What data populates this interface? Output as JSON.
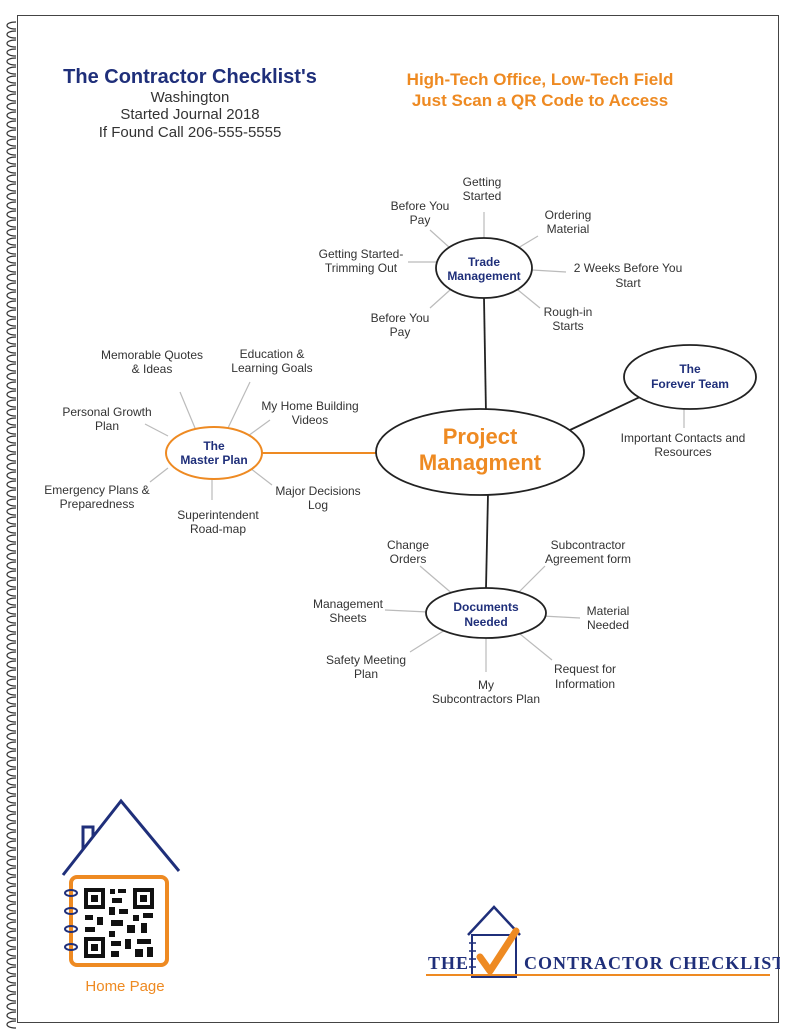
{
  "header_left": {
    "title": "The Contractor Checklist's",
    "line1": "Washington",
    "line2": "Started Journal 2018",
    "line3": "If Found Call 206-555-5555"
  },
  "header_right": {
    "line1": "High-Tech Office, Low-Tech Field",
    "line2": "Just Scan a QR Code to Access"
  },
  "center": {
    "line1": "Project",
    "line2": "Managment"
  },
  "trade": {
    "hub": [
      "Trade",
      "Management"
    ],
    "getting_started": [
      "Getting",
      "Started"
    ],
    "before_you_pay_top": [
      "Before You",
      "Pay"
    ],
    "ordering_material": [
      "Ordering",
      "Material"
    ],
    "trimming_out": [
      "Getting Started-",
      "Trimming Out"
    ],
    "two_weeks": [
      "2 Weeks Before You",
      "Start"
    ],
    "before_you_pay_bottom": [
      "Before You",
      "Pay"
    ],
    "rough_in": [
      "Rough-in",
      "Starts"
    ]
  },
  "forever": {
    "hub": [
      "The",
      "Forever Team"
    ],
    "contacts": [
      "Important Contacts and",
      "Resources"
    ]
  },
  "master": {
    "hub": [
      "The",
      "Master Plan"
    ],
    "quotes": [
      "Memorable Quotes",
      "& Ideas"
    ],
    "education": [
      "Education &",
      "Learning Goals"
    ],
    "growth": [
      "Personal Growth",
      "Plan"
    ],
    "videos": [
      "My Home Building",
      "Videos"
    ],
    "emergency": [
      "Emergency Plans &",
      "Preparedness"
    ],
    "decisions": [
      "Major Decisions",
      "Log"
    ],
    "roadmap": [
      "Superintendent",
      "Road-map"
    ]
  },
  "documents": {
    "hub": [
      "Documents",
      "Needed"
    ],
    "change_orders": [
      "Change",
      "Orders"
    ],
    "subcontractor_agreement": [
      "Subcontractor",
      "Agreement form"
    ],
    "management_sheets": [
      "Management",
      "Sheets"
    ],
    "material_needed": [
      "Material",
      "Needed"
    ],
    "safety_meeting": [
      "Safety Meeting",
      "Plan"
    ],
    "request_info": [
      "Request for",
      "Information"
    ],
    "subcontractors_plan": [
      "My",
      "Subcontractors Plan"
    ]
  },
  "footer": {
    "home_page": "Home Page",
    "brand_left": "THE",
    "brand_right": "CONTRACTOR CHECKLIST"
  },
  "colors": {
    "navy": "#1f2f7a",
    "orange": "#ee8a22"
  }
}
